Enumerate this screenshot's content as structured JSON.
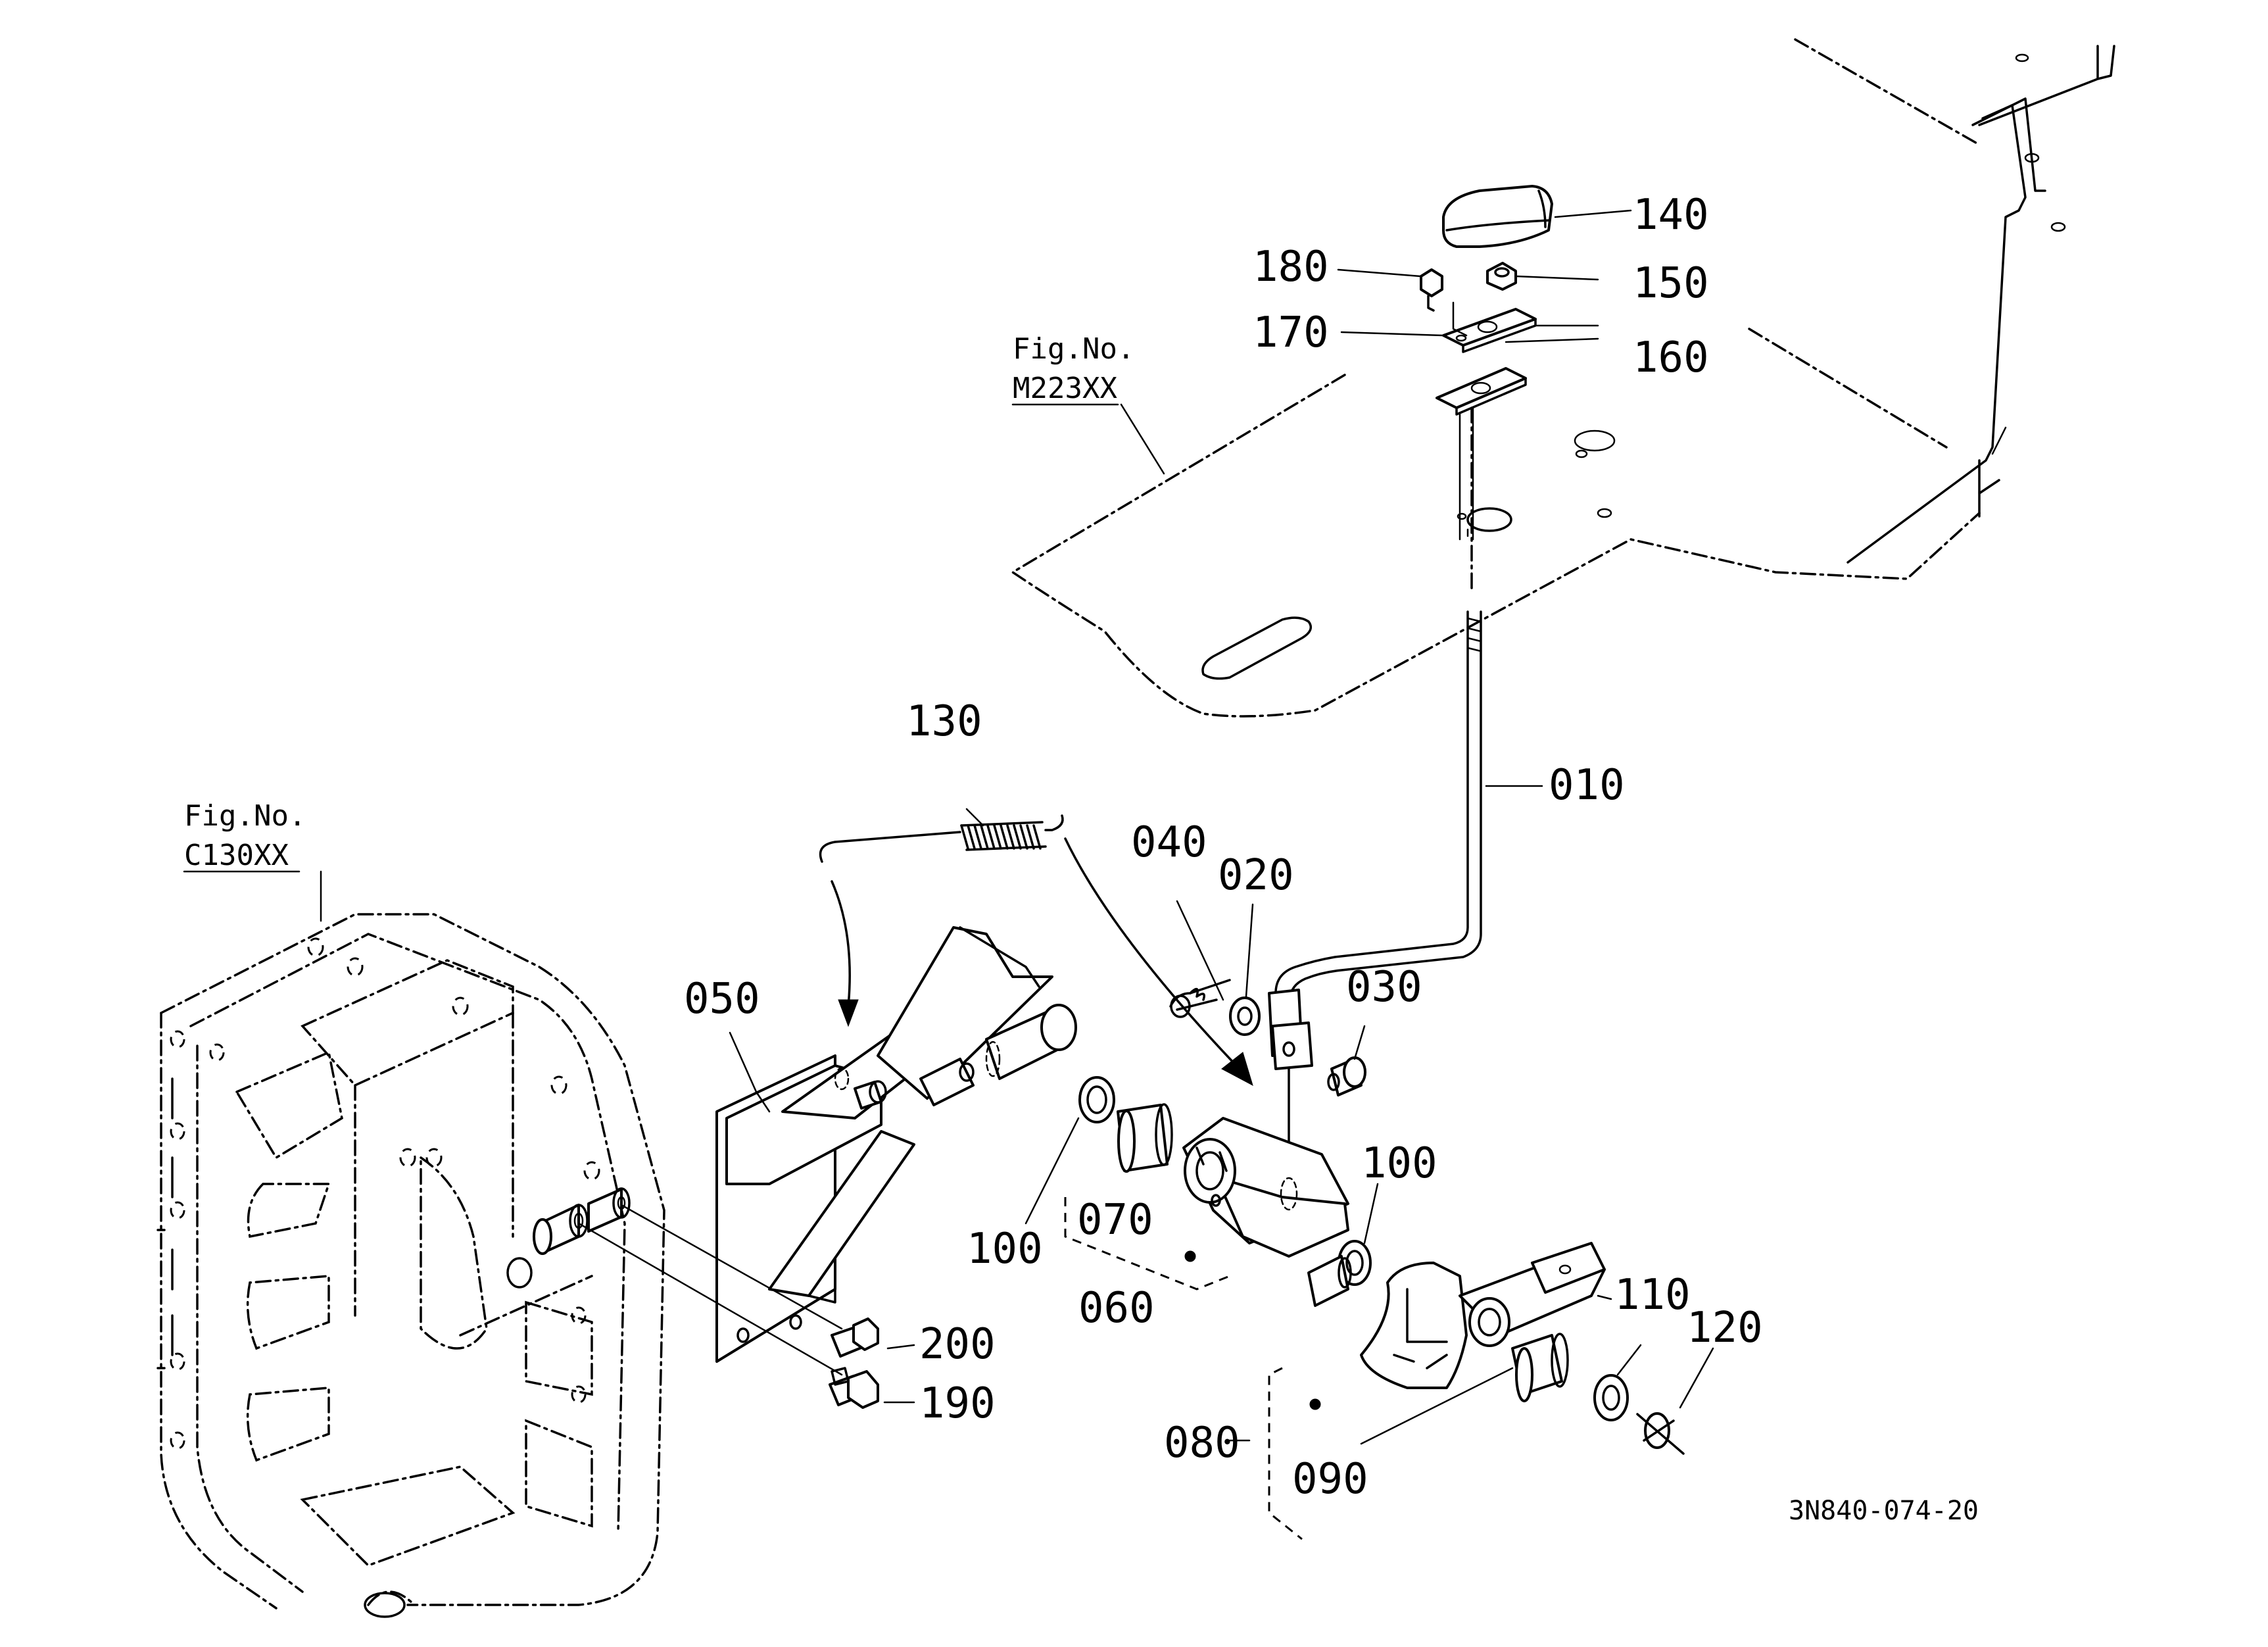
{
  "diagram": {
    "drawing_code": "3N840-074-20",
    "references": [
      {
        "id": "ref-transmission",
        "line1": "Fig.No.",
        "line2": "C130XX"
      },
      {
        "id": "ref-panel",
        "line1": "Fig.No.",
        "line2": "M223XX"
      }
    ],
    "callouts": [
      "010",
      "020",
      "030",
      "040",
      "050",
      "060",
      "070",
      "080",
      "090",
      "100",
      "100",
      "110",
      "120",
      "130",
      "140",
      "150",
      "160",
      "170",
      "180",
      "190",
      "200"
    ],
    "components": [
      "transmission-case",
      "floor-panel",
      "control-rod",
      "lever-knob",
      "plate-bracket",
      "spring",
      "brake-arm",
      "cam-plate"
    ]
  }
}
